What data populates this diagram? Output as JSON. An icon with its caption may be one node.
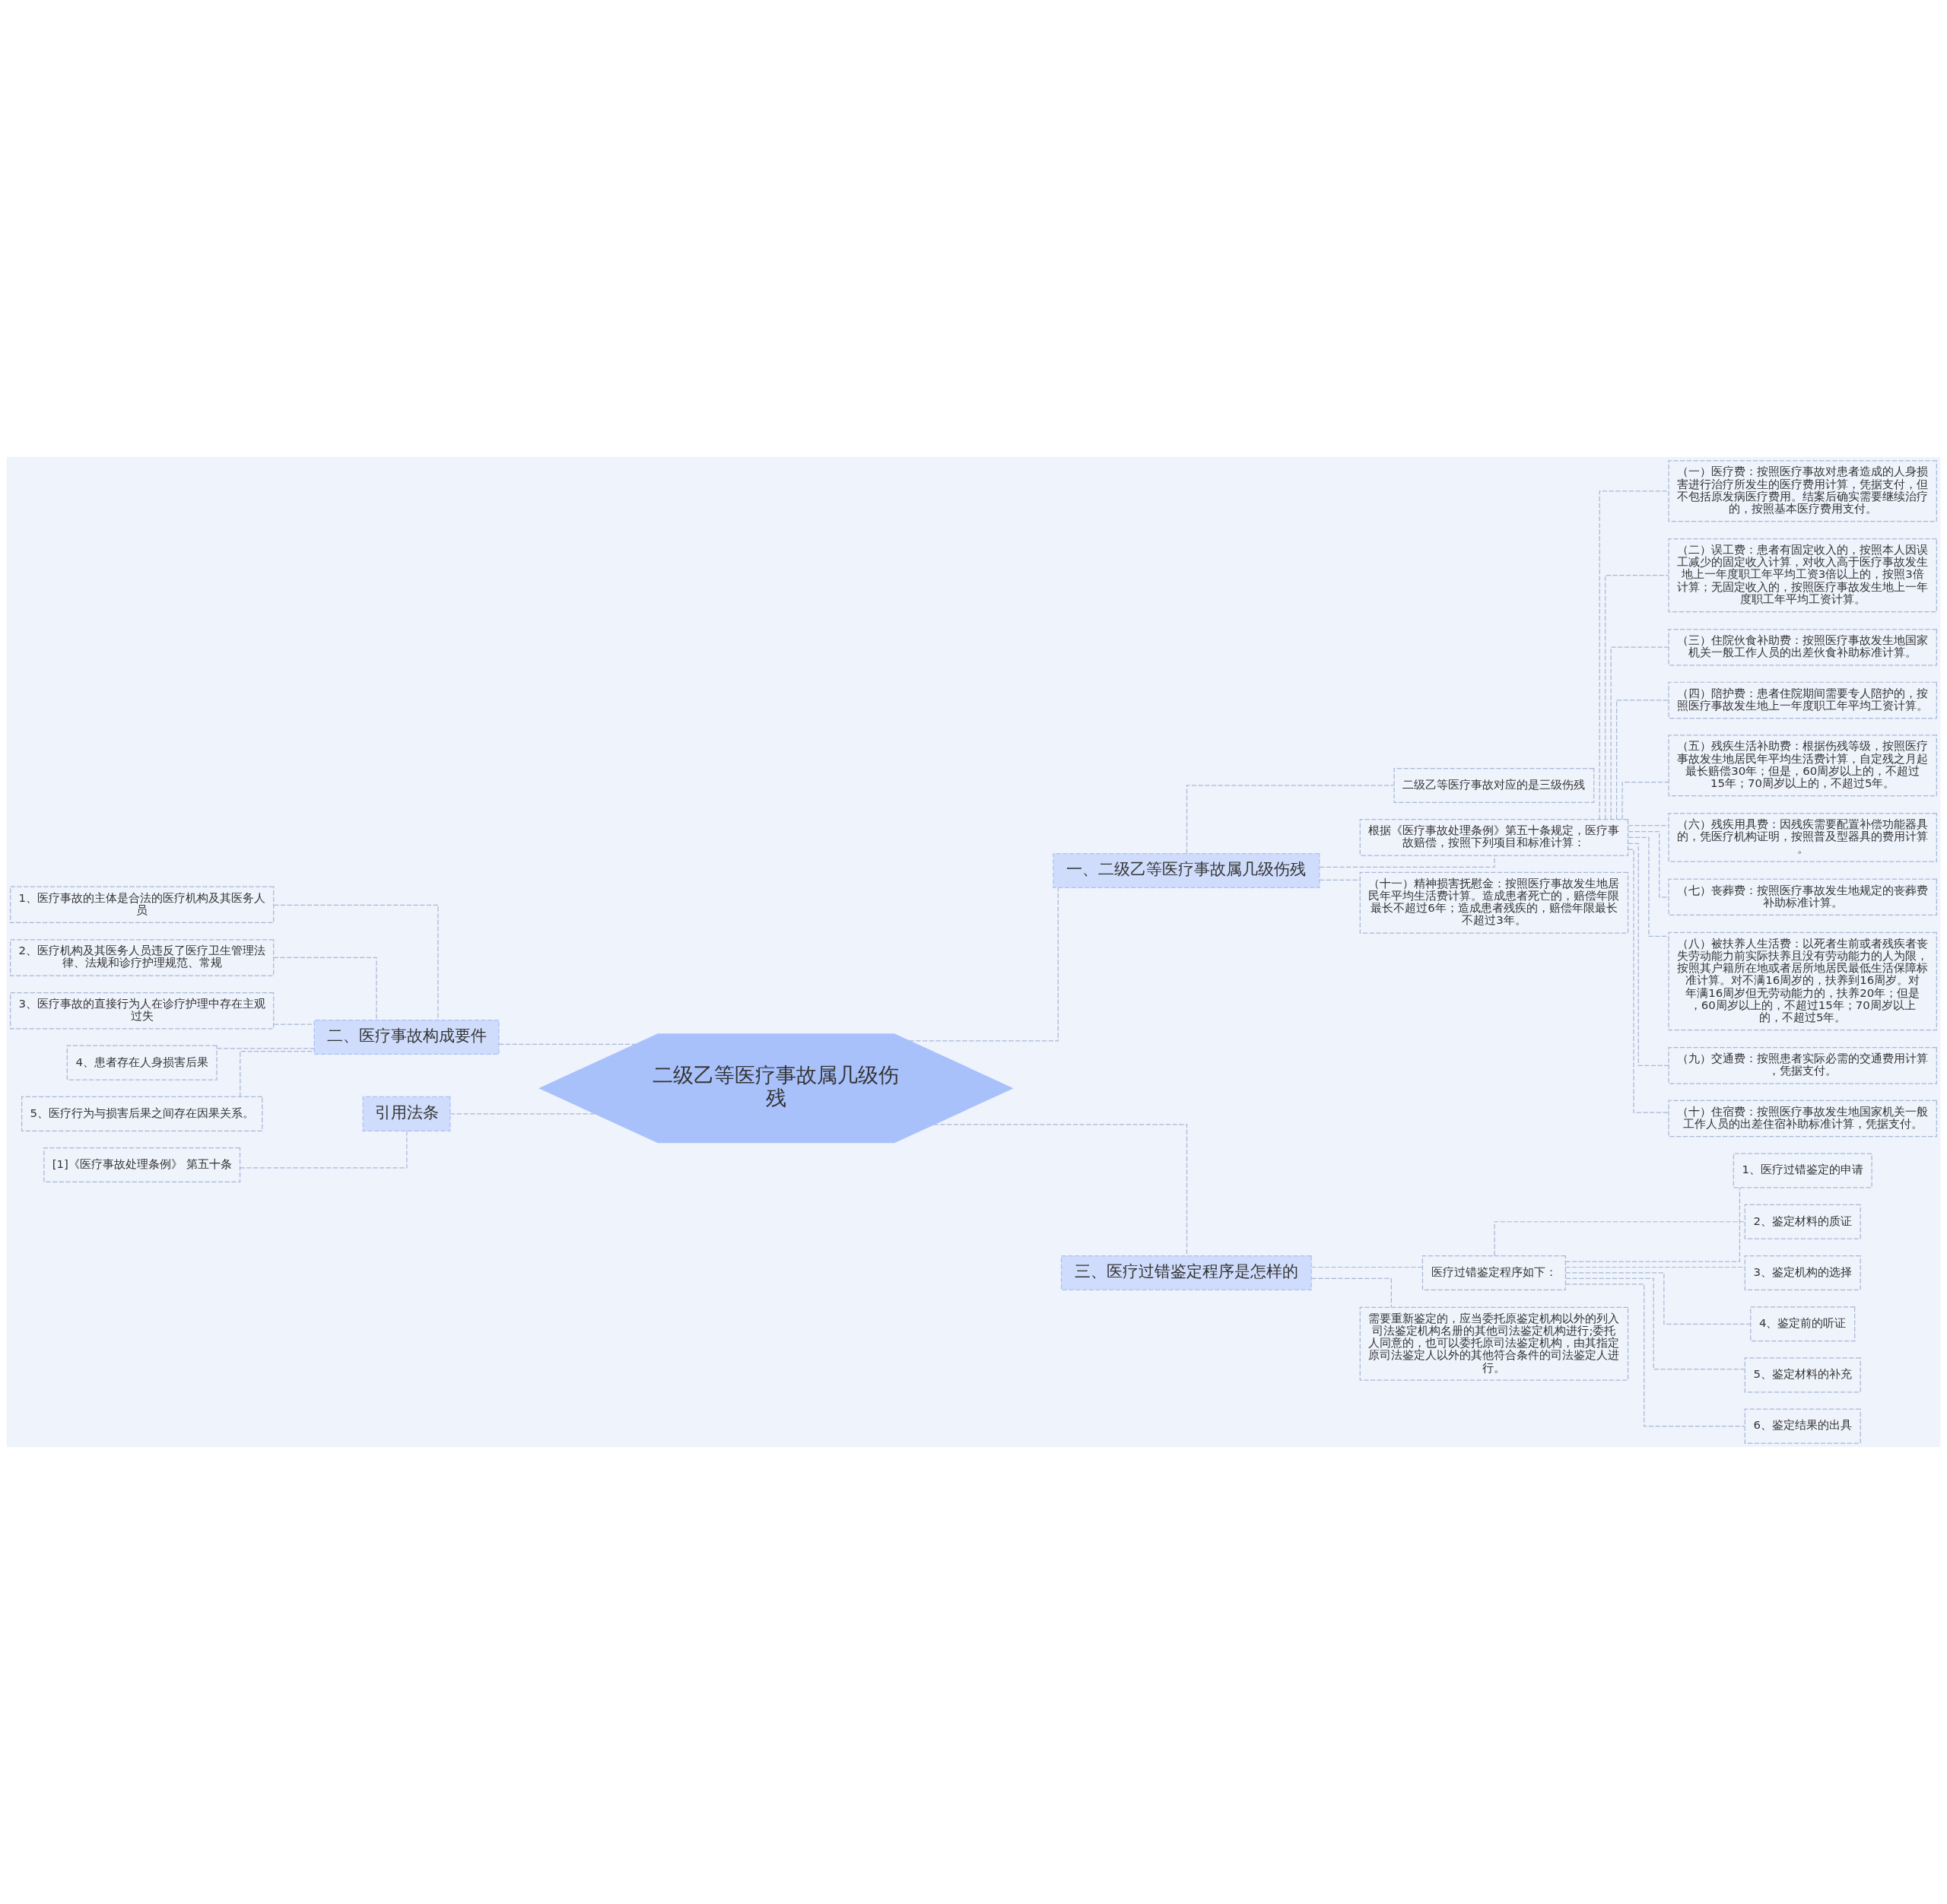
{
  "diagram": {
    "nodes": [
      {
        "text": [
          "二级乙等医疗事故属几级伤残"
        ]
      },
      {
        "text": [
          "一、二级乙等医疗事故属几级伤残"
        ]
      },
      {
        "text": [
          "二级乙等医疗事故对应的是三级伤残"
        ]
      },
      {
        "text": [
          "根据《医疗事故处理条例》第五十条规定，医疗事故赔偿，按照下列项目和标准计算："
        ]
      },
      {
        "text": [
          "（一）医疗费：按照医疗事故对患者造成的人身损害进行治疗所发生的医疗费用计算，凭据支付，但不包括原发病医疗费用。结案后确实需要继续治疗的，按照基本医疗费用支付。"
        ]
      },
      {
        "text": [
          "（二）误工费：患者有固定收入的，按照本人因误工减少的固定收入计算，对收入高于医疗事故发生地上一年度职工年平均工资3倍以上的，按照3倍计算；无固定收入的，按照医疗事故发生地上一年度职工年平均工资计算。"
        ]
      },
      {
        "text": [
          "（三）住院伙食补助费：按照医疗事故发生地国家机关一般工作人员的出差伙食补助标准计算。"
        ]
      },
      {
        "text": [
          "（四）陪护费：患者住院期间需要专人陪护的，按照医疗事故发生地上一年度职工年平均工资计算。"
        ]
      },
      {
        "text": [
          "（五）残疾生活补助费：根据伤残等级，按照医疗事故发生地居民年平均生活费计算，自定残之月起最长赔偿30年；但是，60周岁以上的，不超过15年；70周岁以上的，不超过5年。"
        ]
      },
      {
        "text": [
          "（六）残疾用具费：因残疾需要配置补偿功能器具的，凭医疗机构证明，按照普及型器具的费用计算。"
        ]
      },
      {
        "text": [
          "（七）丧葬费：按照医疗事故发生地规定的丧葬费补助标准计算。"
        ]
      },
      {
        "text": [
          "（八）被扶养人生活费：以死者生前或者残疾者丧失劳动能力前实际扶养且没有劳动能力的人为限，按照其户籍所在地或者居所地居民最低生活保障标准计算。对不满16周岁的，扶养到16周岁。对年满16周岁但无劳动能力的，扶养20年；但是，60周岁以上的，不超过15年；70周岁以上的，不超过5年。"
        ]
      },
      {
        "text": [
          "（九）交通费：按照患者实际必需的交通费用计算，凭据支付。"
        ]
      },
      {
        "text": [
          "（十）住宿费：按照医疗事故发生地国家机关一般工作人员的出差住宿补助标准计算，凭据支付。"
        ]
      },
      {
        "text": [
          "（十一）精神损害抚慰金：按照医疗事故发生地居民年平均生活费计算。造成患者死亡的，赔偿年限最长不超过6年；造成患者残疾的，赔偿年限最长不超过3年。"
        ]
      },
      {
        "text": [
          "三、医疗过错鉴定程序是怎样的"
        ]
      },
      {
        "text": [
          "医疗过错鉴定程序如下："
        ]
      },
      {
        "text": [
          "1、医疗过错鉴定的申请"
        ]
      },
      {
        "text": [
          "2、鉴定材料的质证"
        ]
      },
      {
        "text": [
          "3、鉴定机构的选择"
        ]
      },
      {
        "text": [
          "4、鉴定前的听证"
        ]
      },
      {
        "text": [
          "5、鉴定材料的补充"
        ]
      },
      {
        "text": [
          "6、鉴定结果的出具"
        ]
      },
      {
        "text": [
          "需要重新鉴定的，应当委托原鉴定机构以外的列入司法鉴定机构名册的其他司法鉴定机构进行;委托人同意的，也可以委托原司法鉴定机构，由其指定原司法鉴定人以外的其他符合条件的司法鉴定人进行。"
        ]
      },
      {
        "text": [
          "二、医疗事故构成要件"
        ]
      },
      {
        "text": [
          "1、医疗事故的主体是合法的医疗机构及其医务人员"
        ]
      },
      {
        "text": [
          "2、医疗机构及其医务人员违反了医疗卫生管理法律、法规和诊疗护理规范、常规"
        ]
      },
      {
        "text": [
          "3、医疗事故的直接行为人在诊疗护理中存在主观过失"
        ]
      },
      {
        "text": [
          "4、患者存在人身损害后果"
        ]
      },
      {
        "text": [
          "5、医疗行为与损害后果之间存在因果关系。"
        ]
      },
      {
        "text": [
          "引用法条"
        ]
      },
      {
        "text": [
          "[1]《医疗事故处理条例》 第五十条"
        ]
      }
    ],
    "edges": [
      {
        "from": 0,
        "to": 1,
        "arrow": "none"
      },
      {
        "from": 1,
        "to": 2,
        "arrow": "none"
      },
      {
        "from": 1,
        "to": 3,
        "arrow": "none"
      },
      {
        "from": 3,
        "to": 4,
        "arrow": "none"
      },
      {
        "from": 3,
        "to": 5,
        "arrow": "none"
      },
      {
        "from": 3,
        "to": 6,
        "arrow": "none"
      },
      {
        "from": 3,
        "to": 7,
        "arrow": "none"
      },
      {
        "from": 3,
        "to": 8,
        "arrow": "none"
      },
      {
        "from": 3,
        "to": 9,
        "arrow": "none"
      },
      {
        "from": 3,
        "to": 10,
        "arrow": "none"
      },
      {
        "from": 3,
        "to": 11,
        "arrow": "none"
      },
      {
        "from": 3,
        "to": 12,
        "arrow": "none"
      },
      {
        "from": 3,
        "to": 13,
        "arrow": "none"
      },
      {
        "from": 1,
        "to": 14,
        "arrow": "none"
      },
      {
        "from": 0,
        "to": 15,
        "arrow": "none"
      },
      {
        "from": 15,
        "to": 16,
        "arrow": "none"
      },
      {
        "from": 16,
        "to": 17,
        "arrow": "none"
      },
      {
        "from": 16,
        "to": 18,
        "arrow": "none"
      },
      {
        "from": 16,
        "to": 19,
        "arrow": "none"
      },
      {
        "from": 16,
        "to": 20,
        "arrow": "none"
      },
      {
        "from": 16,
        "to": 21,
        "arrow": "none"
      },
      {
        "from": 16,
        "to": 22,
        "arrow": "none"
      },
      {
        "from": 15,
        "to": 23,
        "arrow": "none"
      },
      {
        "from": 0,
        "to": 24,
        "arrow": "none"
      },
      {
        "from": 24,
        "to": 25,
        "arrow": "none"
      },
      {
        "from": 24,
        "to": 26,
        "arrow": "none"
      },
      {
        "from": 24,
        "to": 27,
        "arrow": "none"
      },
      {
        "from": 24,
        "to": 28,
        "arrow": "none"
      },
      {
        "from": 24,
        "to": 29,
        "arrow": "none"
      },
      {
        "from": 0,
        "to": 30,
        "arrow": "none"
      },
      {
        "from": 30,
        "to": 31,
        "arrow": "none"
      }
    ]
  }
}
